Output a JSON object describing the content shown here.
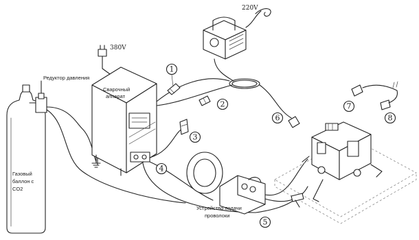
{
  "labels": {
    "regulator": "Редуктор давления",
    "welder_line1": "Сварочный",
    "welder_line2": "аппарат",
    "cylinder_line1": "Газовый",
    "cylinder_line2": "баллон с",
    "cylinder_line3": "CO2",
    "feeder_line1": "Устройство подачи",
    "feeder_line2": "проволоки",
    "welder_voltage": "380V",
    "control_voltage": "220V"
  },
  "callouts": [
    "1",
    "2",
    "3",
    "4",
    "5",
    "6",
    "7",
    "8"
  ]
}
